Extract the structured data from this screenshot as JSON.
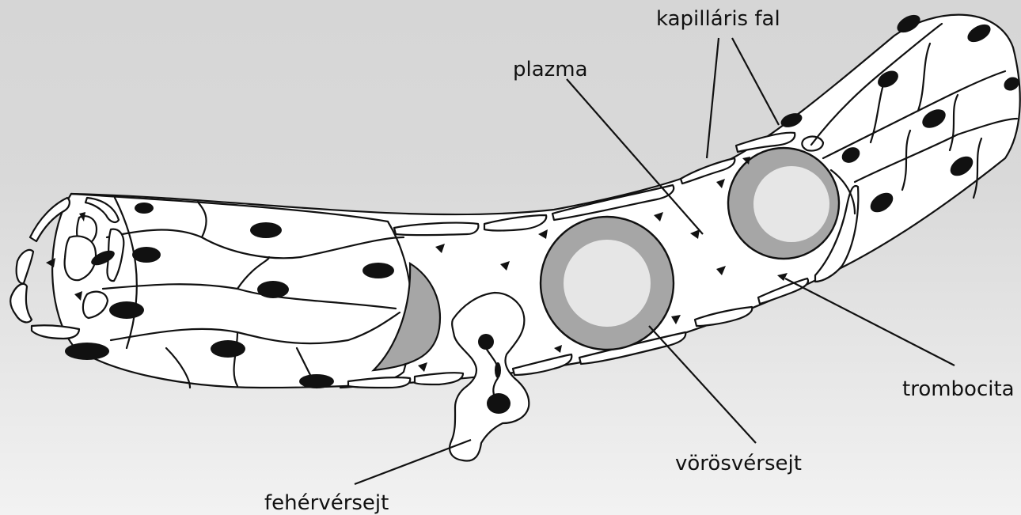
{
  "diagram": {
    "labels": {
      "capillary_wall": "kapilláris fal",
      "plasma": "plazma",
      "platelet": "trombocita",
      "red_blood_cell": "vörösvérsejt",
      "white_blood_cell": "fehérvérsejt"
    },
    "colors": {
      "background_top": "#d6d6d6",
      "background_bottom": "#f2f2f2",
      "rbc_ring": "#a6a6a6",
      "rbc_center": "#e6e6e6",
      "outline": "#111111"
    }
  }
}
